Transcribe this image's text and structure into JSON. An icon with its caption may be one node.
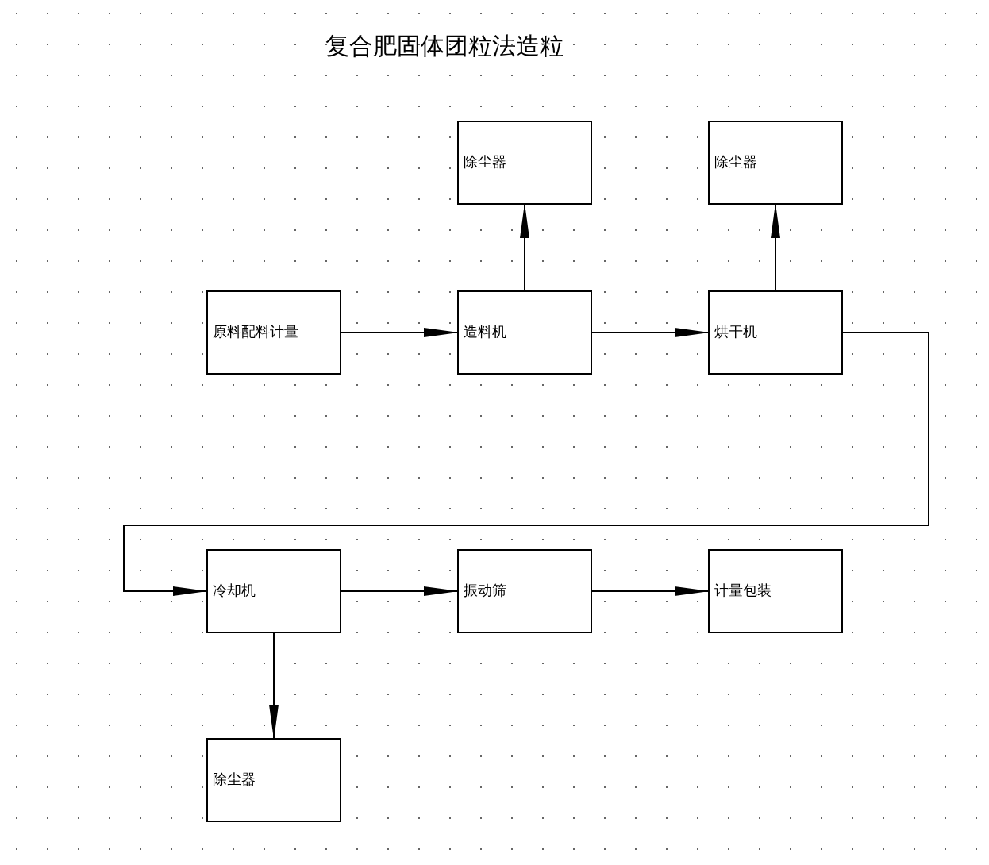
{
  "diagram": {
    "title": "复合肥固体团粒法造粒",
    "nodes": [
      {
        "text": [
          "原料配料计量"
        ]
      },
      {
        "text": [
          "造料机"
        ]
      },
      {
        "text": [
          "除尘器"
        ]
      },
      {
        "text": [
          "烘干机"
        ]
      },
      {
        "text": [
          "除尘器"
        ]
      },
      {
        "text": [
          "冷却机"
        ]
      },
      {
        "text": [
          "振动筛"
        ]
      },
      {
        "text": [
          "计量包装"
        ]
      },
      {
        "text": [
          "除尘器"
        ]
      }
    ],
    "edges": [
      {
        "from": 0,
        "to": 1,
        "arrow": "to"
      },
      {
        "from": 1,
        "to": 2,
        "arrow": "to"
      },
      {
        "from": 1,
        "to": 3,
        "arrow": "to"
      },
      {
        "from": 3,
        "to": 4,
        "arrow": "to"
      },
      {
        "from": 3,
        "to": 5,
        "arrow": "to"
      },
      {
        "from": 5,
        "to": 6,
        "arrow": "to"
      },
      {
        "from": 6,
        "to": 7,
        "arrow": "to"
      },
      {
        "from": 5,
        "to": 8,
        "arrow": "to"
      }
    ]
  }
}
